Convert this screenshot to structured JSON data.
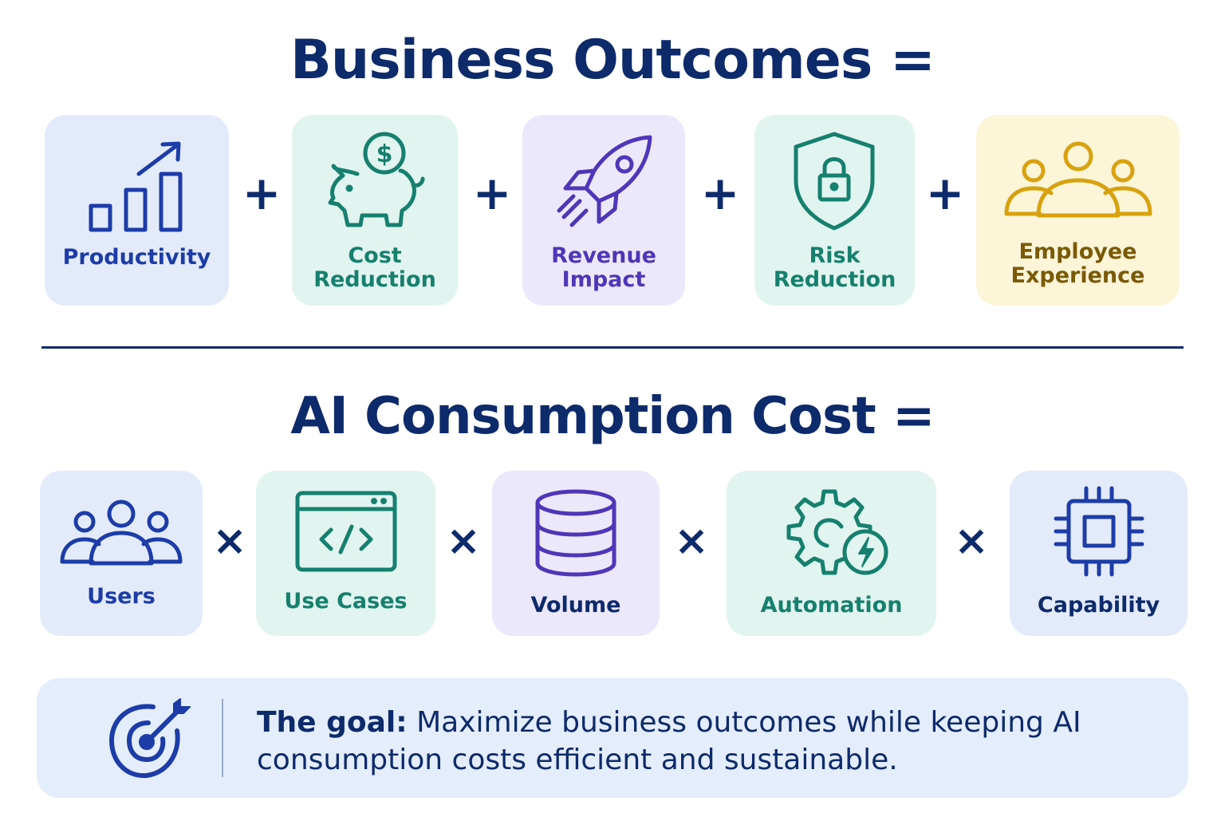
{
  "business_outcomes": {
    "title": "Business Outcomes =",
    "operator": "+",
    "items": [
      {
        "label": "Productivity",
        "icon": "bar-chart-growth-icon",
        "bg": "#e3ebfb",
        "color": "#1d3ca8"
      },
      {
        "label": "Cost Reduction",
        "icon": "piggy-bank-dollar-icon",
        "bg": "#e1f4ef",
        "color": "#16806e"
      },
      {
        "label": "Revenue Impact",
        "icon": "rocket-icon",
        "bg": "#ece8fb",
        "color": "#4f36b8"
      },
      {
        "label": "Risk Reduction",
        "icon": "shield-lock-icon",
        "bg": "#e1f4ef",
        "color": "#16806e"
      },
      {
        "label": "Employee Experience",
        "icon": "people-group-icon",
        "bg": "#fdf5d8",
        "color": "#d8a20f"
      }
    ]
  },
  "ai_consumption_cost": {
    "title": "AI Consumption Cost =",
    "operator": "×",
    "items": [
      {
        "label": "Users",
        "icon": "users-group-icon",
        "bg": "#e3ebfb",
        "color": "#1d3ca8"
      },
      {
        "label": "Use Cases",
        "icon": "code-window-icon",
        "bg": "#e1f4ef",
        "color": "#16806e"
      },
      {
        "label": "Volume",
        "icon": "database-icon",
        "bg": "#ece8fb",
        "color": "#4f36b8"
      },
      {
        "label": "Automation",
        "icon": "gear-lightning-icon",
        "bg": "#e1f4ef",
        "color": "#16806e"
      },
      {
        "label": "Capability",
        "icon": "cpu-chip-icon",
        "bg": "#e3ebfb",
        "color": "#1d3ca8"
      }
    ]
  },
  "goal": {
    "icon": "target-arrow-icon",
    "lead": "The goal:",
    "text": " Maximize business outcomes while keeping AI consumption costs efficient and sustainable."
  },
  "colors": {
    "navy": "#0d2a6b",
    "blue": "#1d3ca8",
    "teal": "#16806e",
    "purple": "#4f36b8",
    "gold": "#d8a20f"
  }
}
